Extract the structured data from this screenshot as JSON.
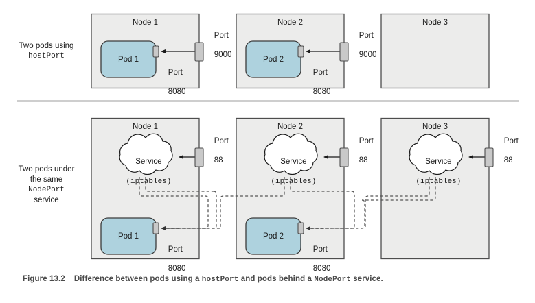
{
  "figure": {
    "caption_prefix": "Figure 13.2",
    "caption_part1": "Difference between pods using a ",
    "caption_mono1": "hostPort",
    "caption_part2": " and pods behind a ",
    "caption_mono2": "NodePort",
    "caption_part3": " service."
  },
  "colors": {
    "node_fill": "#ececeb",
    "node_stroke": "#4d4d4d",
    "pod_fill": "#aed2de",
    "pod_stroke": "#3b3b3b",
    "port_fill": "#c9c9c9",
    "port_stroke": "#4d4d4d",
    "cloud_fill": "#ffffff",
    "cloud_stroke": "#1a1a1a",
    "dashed_stroke": "#555555",
    "divider": "#3b3b3b",
    "caption_text": "#4a4a4a"
  },
  "rows": [
    {
      "id": "hostport-row",
      "label_line1": "Two pods using",
      "label_mono": "hostPort",
      "nodes": [
        {
          "title": "Node 1",
          "external_port_label_line1": "Port",
          "external_port_label_line2": "9000",
          "pod": {
            "name": "Pod 1",
            "port_line1": "Port",
            "port_line2": "8080"
          }
        },
        {
          "title": "Node 2",
          "external_port_label_line1": "Port",
          "external_port_label_line2": "9000",
          "pod": {
            "name": "Pod 2",
            "port_line1": "Port",
            "port_line2": "8080"
          }
        },
        {
          "title": "Node 3",
          "external_port_label_line1": "",
          "external_port_label_line2": "",
          "pod": null
        }
      ]
    },
    {
      "id": "nodeport-row",
      "label_line1": "Two pods under",
      "label_line2": "the same",
      "label_mono": "NodePort",
      "label_line3": "service",
      "nodes": [
        {
          "title": "Node 1",
          "external_port_label_line1": "Port",
          "external_port_label_line2": "88",
          "service_line1": "Service",
          "service_line2": "(iptables)",
          "pod": {
            "name": "Pod 1",
            "port_line1": "Port",
            "port_line2": "8080"
          }
        },
        {
          "title": "Node 2",
          "external_port_label_line1": "Port",
          "external_port_label_line2": "88",
          "service_line1": "Service",
          "service_line2": "(iptables)",
          "pod": {
            "name": "Pod 2",
            "port_line1": "Port",
            "port_line2": "8080"
          }
        },
        {
          "title": "Node 3",
          "external_port_label_line1": "Port",
          "external_port_label_line2": "88",
          "service_line1": "Service",
          "service_line2": "(iptables)",
          "pod": null
        }
      ]
    }
  ]
}
